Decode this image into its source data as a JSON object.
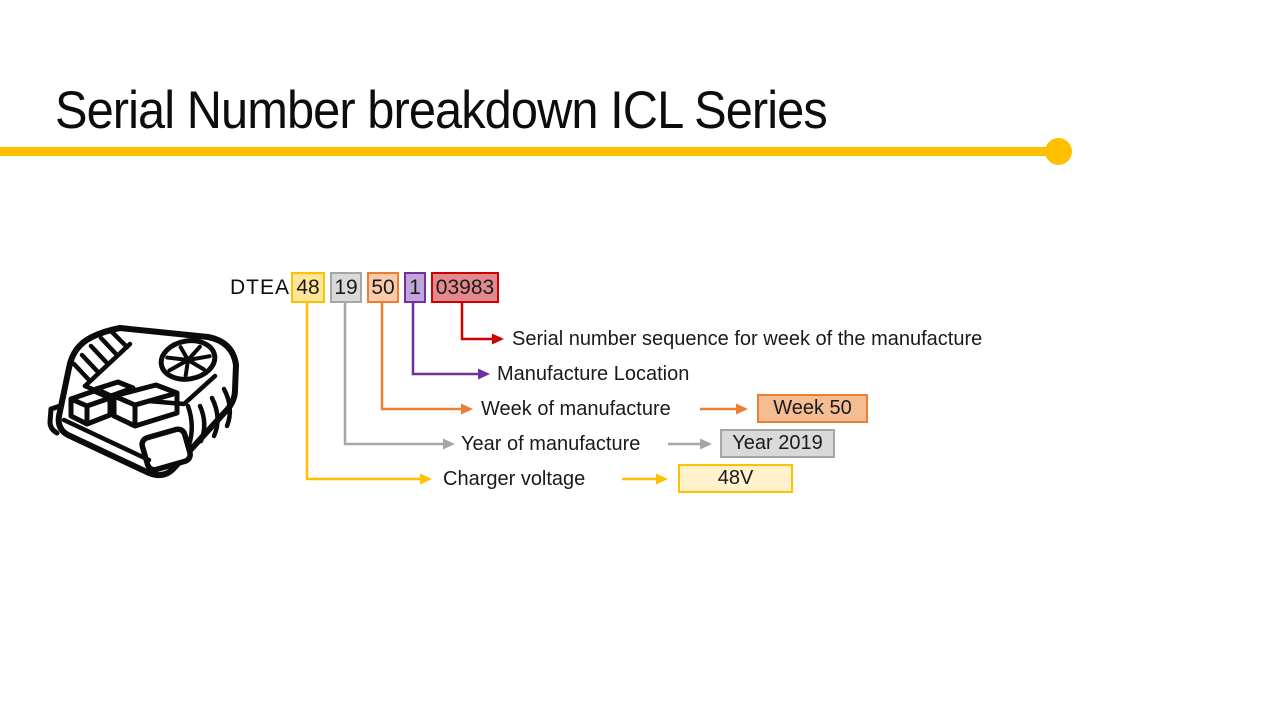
{
  "slide": {
    "title": "Serial Number breakdown ICL Series",
    "accent_color": "#FFC000",
    "background": "#FFFFFF"
  },
  "icons": {
    "device": "charger-line-art-illustration",
    "title_marker": "accent-line-with-circle-endpoint"
  },
  "serial": {
    "prefix": "DTEA",
    "segments": [
      {
        "code": "48",
        "fill": "#FFE699",
        "border": "#FFC000"
      },
      {
        "code": "19",
        "fill": "#D9D9D9",
        "border": "#A6A6A6"
      },
      {
        "code": "50",
        "fill": "#F8CBAD",
        "border": "#ED7D31"
      },
      {
        "code": "1",
        "fill": "#C1A6DB",
        "border": "#7030A0"
      },
      {
        "code": "03983",
        "fill": "#E2898D",
        "border": "#CE0000"
      }
    ]
  },
  "callouts": [
    {
      "label": "Serial number sequence for week of the manufacture",
      "color": "#CE0000"
    },
    {
      "label": "Manufacture Location",
      "color": "#7030A0"
    },
    {
      "label": "Week of manufacture",
      "color": "#ED7D31",
      "value": "Week 50",
      "value_fill": "#F5BD93",
      "value_border": "#ED7D31"
    },
    {
      "label": "Year of manufacture",
      "color": "#A6A6A6",
      "value": "Year 2019",
      "value_fill": "#D9D9D9",
      "value_border": "#A6A6A6"
    },
    {
      "label": "Charger voltage",
      "color": "#FFC000",
      "value": "48V",
      "value_fill": "#FFF2CC",
      "value_border": "#FFC000"
    }
  ]
}
